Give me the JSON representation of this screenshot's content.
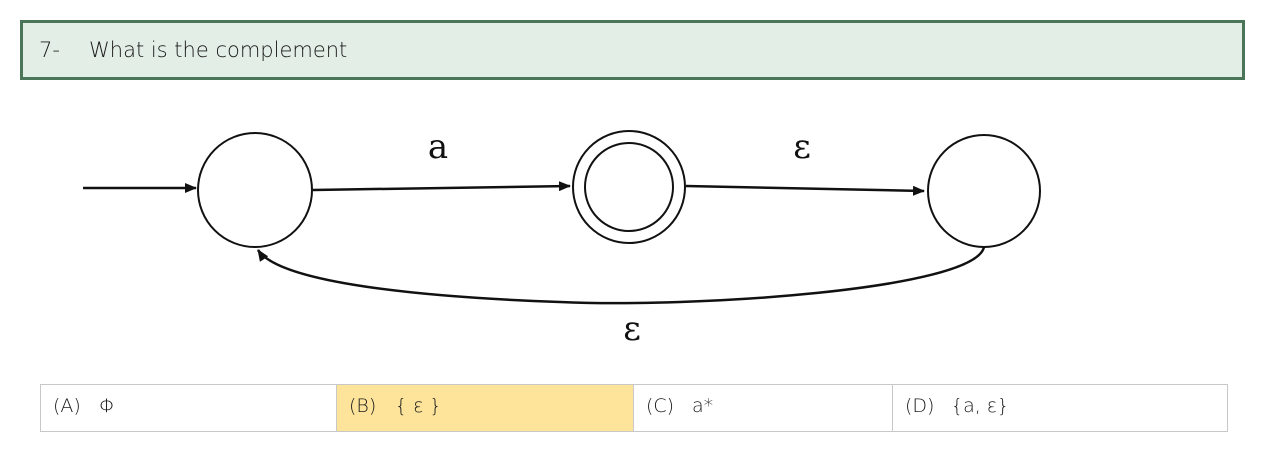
{
  "question": {
    "number": "7-",
    "text": "What is the complement"
  },
  "diagram": {
    "edges": [
      {
        "from": "q0",
        "to": "q1",
        "label": "a"
      },
      {
        "from": "q1",
        "to": "q2",
        "label": "ε"
      },
      {
        "from": "q2",
        "to": "q0",
        "label": "ε"
      }
    ],
    "states": [
      {
        "id": "q0",
        "start": true,
        "accepting": false
      },
      {
        "id": "q1",
        "start": false,
        "accepting": true
      },
      {
        "id": "q2",
        "start": false,
        "accepting": false
      }
    ]
  },
  "options": [
    {
      "letter": "(A)",
      "value": "Φ",
      "selected": false
    },
    {
      "letter": "(B)",
      "value": "{ ε }",
      "selected": true
    },
    {
      "letter": "(C)",
      "value": "a*",
      "selected": false
    },
    {
      "letter": "(D)",
      "value": "{a, ε}",
      "selected": false
    }
  ],
  "colors": {
    "question_bg": "#e3efe6",
    "question_border": "#4a7558",
    "selected_option_bg": "#fde49a"
  }
}
